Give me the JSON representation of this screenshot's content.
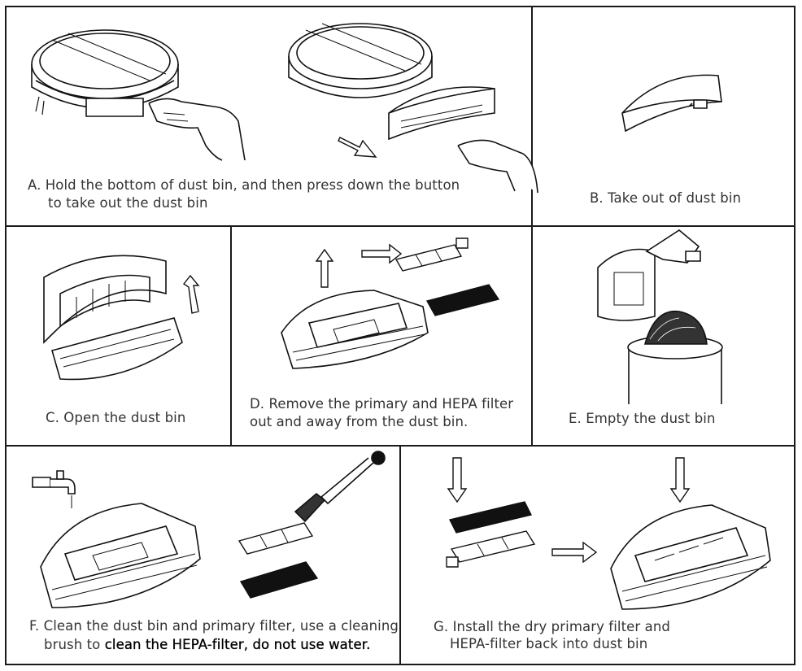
{
  "panels": {
    "a": {
      "line1": "A. Hold the bottom of dust bin, and then press down the button",
      "line2": "to take out the dust bin"
    },
    "b": {
      "line1": "B. Take out of dust bin"
    },
    "c": {
      "line1": "C. Open the dust bin"
    },
    "d": {
      "line1": "D. Remove the primary and HEPA filter",
      "line2": "out and away from the dust bin."
    },
    "e": {
      "line1": "E. Empty the dust bin"
    },
    "f": {
      "line1_prefix": "F. Clean the dust bin and primary filter, use a cleaning",
      "line2_prefix": "brush to ",
      "line2_emphasis": "clean the HEPA-filter, do not use water."
    },
    "g": {
      "line1": "G. Install the dry primary filter and",
      "line2": "HEPA-filter back into dust bin"
    }
  },
  "icons": {
    "robot": "robot-vacuum-icon",
    "hand": "hand-icon",
    "arrow": "outline-arrow-icon",
    "bin": "dust-bin-icon",
    "filter": "primary-filter-icon",
    "hepa": "hepa-filter-icon",
    "faucet": "faucet-icon",
    "brush": "cleaning-brush-icon",
    "trash": "trash-can-icon"
  }
}
